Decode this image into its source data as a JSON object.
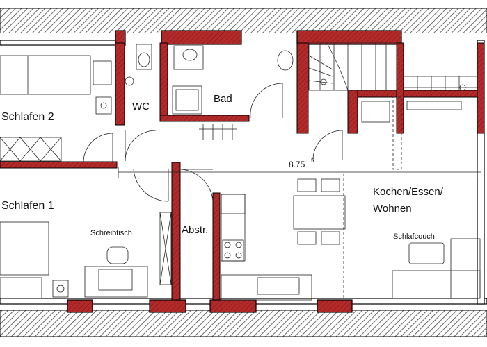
{
  "plan": {
    "rooms": {
      "schlafen2": "Schlafen 2",
      "wc": "WC",
      "bad": "Bad",
      "schlafen1": "Schlafen 1",
      "abstr": "Abstr.",
      "kochen_line1": "Kochen/Essen/",
      "kochen_line2": "Wohnen"
    },
    "furniture": {
      "schreibtisch": "Schreibtisch",
      "schlafcouch": "Schlafcouch"
    },
    "dimension": {
      "main": "8.75",
      "sup": "5"
    },
    "colors": {
      "wall_fill": "#b22a2a",
      "wall_stroke": "#000000",
      "line": "#222222"
    }
  }
}
